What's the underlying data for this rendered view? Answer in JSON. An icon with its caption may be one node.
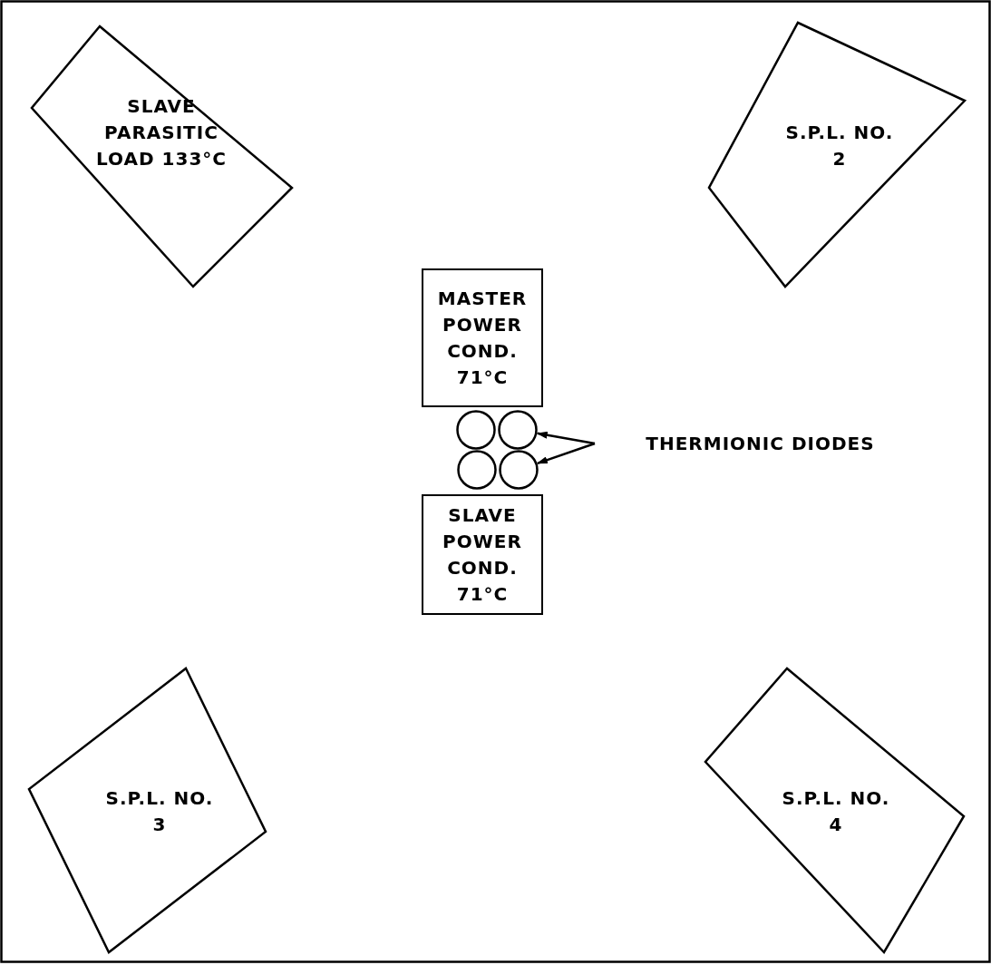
{
  "diagram": {
    "nodes": [
      {
        "text": [
          "SLAVE PARASITIC LOAD 133°C"
        ]
      },
      {
        "text": [
          "S.P.L. NO. 2"
        ]
      },
      {
        "text": [
          "MASTER POWER COND. 71°C"
        ]
      },
      {
        "text": [],
        "shape": "circle"
      },
      {
        "text": [],
        "shape": "circle"
      },
      {
        "text": [],
        "shape": "circle"
      },
      {
        "text": [],
        "shape": "circle"
      },
      {
        "text": [
          "THERMIONIC DIODES"
        ]
      },
      {
        "text": [
          "SLAVE POWER COND. 71°C"
        ]
      },
      {
        "text": [
          "S.P.L. NO. 3"
        ]
      },
      {
        "text": [
          "S.P.L. NO. 4"
        ]
      }
    ],
    "edges": [
      {
        "from": 7,
        "to": 4,
        "arrow": "to"
      },
      {
        "from": 7,
        "to": 6,
        "arrow": "to"
      }
    ]
  }
}
